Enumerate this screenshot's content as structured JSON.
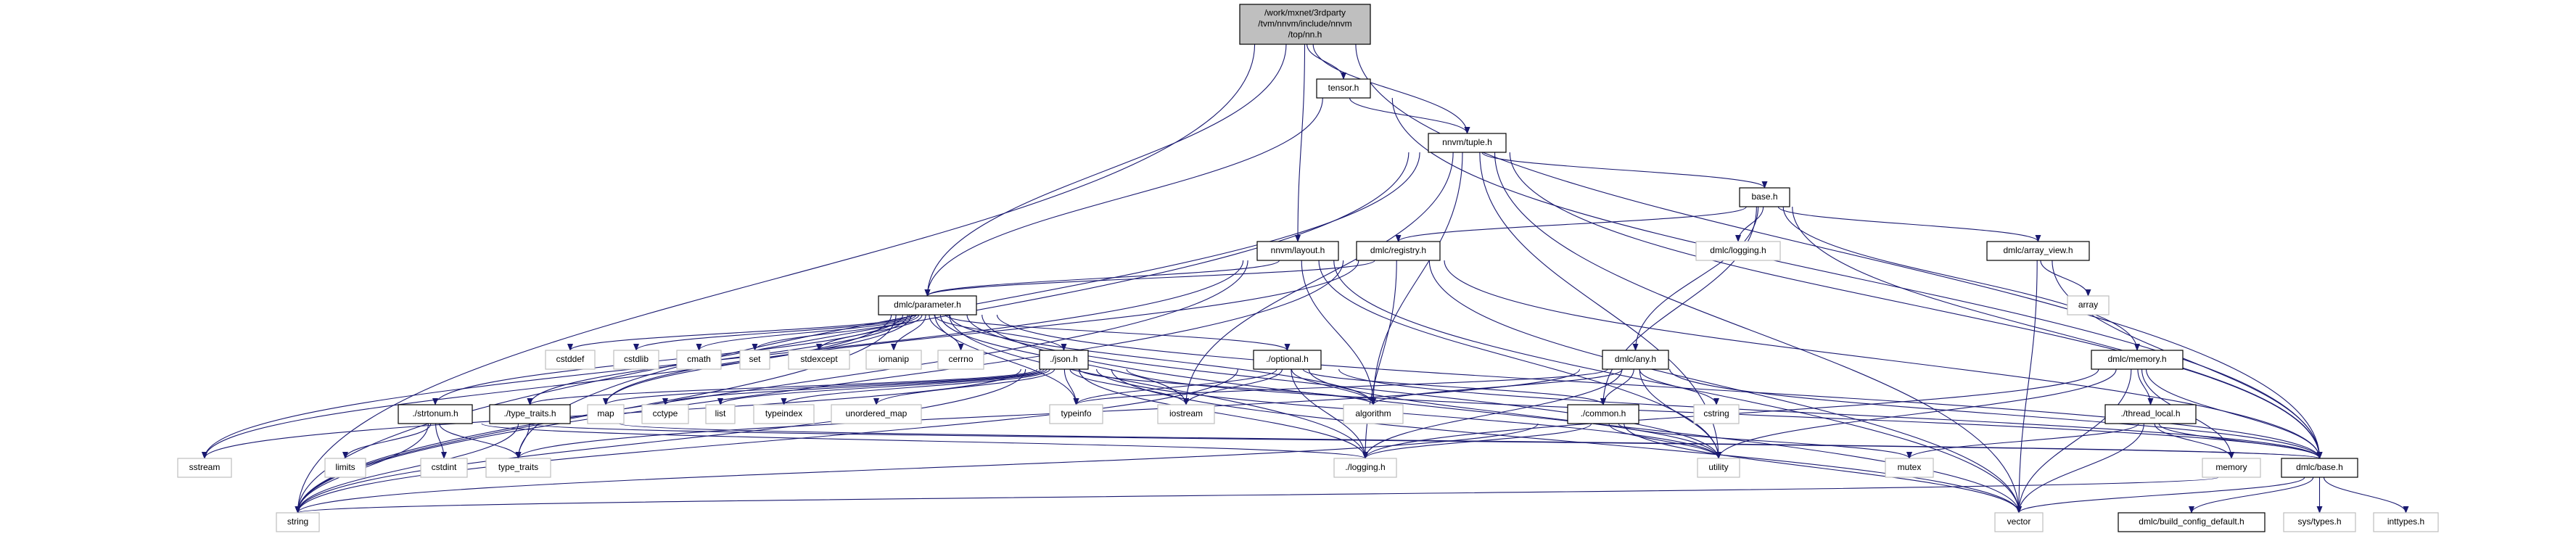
{
  "colors": {
    "edge": "#191970",
    "root_fill": "#bfbfbf",
    "doc_border": "#000000",
    "ext_border": "#bfbfbf"
  },
  "nodes": [
    {
      "id": "root",
      "label": [
        "/work/mxnet/3rdparty",
        "/tvm/nnvm/include/nnvm",
        "/top/nn.h"
      ],
      "kind": "root"
    },
    {
      "id": "tensor",
      "label": "tensor.h",
      "kind": "doc"
    },
    {
      "id": "tuple",
      "label": "nnvm/tuple.h",
      "kind": "doc"
    },
    {
      "id": "layout",
      "label": "nnvm/layout.h",
      "kind": "doc"
    },
    {
      "id": "registry",
      "label": "dmlc/registry.h",
      "kind": "doc"
    },
    {
      "id": "dlogging",
      "label": "dmlc/logging.h",
      "kind": "ext"
    },
    {
      "id": "baseh",
      "label": "base.h",
      "kind": "doc"
    },
    {
      "id": "arrayview",
      "label": "dmlc/array_view.h",
      "kind": "doc"
    },
    {
      "id": "array",
      "label": "array",
      "kind": "ext"
    },
    {
      "id": "parameter",
      "label": "dmlc/parameter.h",
      "kind": "doc"
    },
    {
      "id": "cstddef",
      "label": "cstddef",
      "kind": "ext"
    },
    {
      "id": "cstdlib",
      "label": "cstdlib",
      "kind": "ext"
    },
    {
      "id": "cmath",
      "label": "cmath",
      "kind": "ext"
    },
    {
      "id": "set",
      "label": "set",
      "kind": "ext"
    },
    {
      "id": "stdexcept",
      "label": "stdexcept",
      "kind": "ext"
    },
    {
      "id": "iomanip",
      "label": "iomanip",
      "kind": "ext"
    },
    {
      "id": "cerrno",
      "label": "cerrno",
      "kind": "ext"
    },
    {
      "id": "json",
      "label": "./json.h",
      "kind": "doc"
    },
    {
      "id": "optional",
      "label": "./optional.h",
      "kind": "doc"
    },
    {
      "id": "any",
      "label": "dmlc/any.h",
      "kind": "doc"
    },
    {
      "id": "memoryh",
      "label": "dmlc/memory.h",
      "kind": "doc"
    },
    {
      "id": "strtonum",
      "label": "./strtonum.h",
      "kind": "doc"
    },
    {
      "id": "typetraitsh",
      "label": "./type_traits.h",
      "kind": "doc"
    },
    {
      "id": "map",
      "label": "map",
      "kind": "ext"
    },
    {
      "id": "cctype",
      "label": "cctype",
      "kind": "ext"
    },
    {
      "id": "list",
      "label": "list",
      "kind": "ext"
    },
    {
      "id": "typeindex",
      "label": "typeindex",
      "kind": "ext"
    },
    {
      "id": "unordered_map",
      "label": "unordered_map",
      "kind": "ext"
    },
    {
      "id": "typeinfo",
      "label": "typeinfo",
      "kind": "ext"
    },
    {
      "id": "iostream",
      "label": "iostream",
      "kind": "ext"
    },
    {
      "id": "algorithm",
      "label": "algorithm",
      "kind": "ext"
    },
    {
      "id": "common",
      "label": "./common.h",
      "kind": "doc"
    },
    {
      "id": "cstring",
      "label": "cstring",
      "kind": "ext"
    },
    {
      "id": "threadlocal",
      "label": "./thread_local.h",
      "kind": "doc"
    },
    {
      "id": "sstream",
      "label": "sstream",
      "kind": "ext"
    },
    {
      "id": "limits",
      "label": "limits",
      "kind": "ext"
    },
    {
      "id": "cstdint",
      "label": "cstdint",
      "kind": "ext"
    },
    {
      "id": "type_traits",
      "label": "type_traits",
      "kind": "ext"
    },
    {
      "id": "logging",
      "label": "./logging.h",
      "kind": "ext"
    },
    {
      "id": "utility",
      "label": "utility",
      "kind": "ext"
    },
    {
      "id": "mutex",
      "label": "mutex",
      "kind": "ext"
    },
    {
      "id": "memory",
      "label": "memory",
      "kind": "ext"
    },
    {
      "id": "dmlcbase",
      "label": "dmlc/base.h",
      "kind": "doc"
    },
    {
      "id": "string",
      "label": "string",
      "kind": "ext"
    },
    {
      "id": "vector",
      "label": "vector",
      "kind": "ext"
    },
    {
      "id": "buildcfg",
      "label": "dmlc/build_config_default.h",
      "kind": "doc"
    },
    {
      "id": "systypes",
      "label": "sys/types.h",
      "kind": "ext"
    },
    {
      "id": "inttypes",
      "label": "inttypes.h",
      "kind": "ext"
    }
  ],
  "edges": [
    [
      "root",
      "tensor"
    ],
    [
      "root",
      "tuple"
    ],
    [
      "root",
      "layout"
    ],
    [
      "root",
      "parameter"
    ],
    [
      "root",
      "string"
    ],
    [
      "root",
      "dmlcbase"
    ],
    [
      "tensor",
      "tuple"
    ],
    [
      "tensor",
      "parameter"
    ],
    [
      "tensor",
      "dmlcbase"
    ],
    [
      "tuple",
      "baseh"
    ],
    [
      "tuple",
      "string"
    ],
    [
      "tuple",
      "type_traits"
    ],
    [
      "tuple",
      "iostream"
    ],
    [
      "tuple",
      "algorithm"
    ],
    [
      "tuple",
      "utility"
    ],
    [
      "tuple",
      "vector"
    ],
    [
      "tuple",
      "dmlcbase"
    ],
    [
      "baseh",
      "registry"
    ],
    [
      "baseh",
      "dlogging"
    ],
    [
      "baseh",
      "arrayview"
    ],
    [
      "baseh",
      "memoryh"
    ],
    [
      "baseh",
      "any"
    ],
    [
      "baseh",
      "common"
    ],
    [
      "baseh",
      "dmlcbase"
    ],
    [
      "registry",
      "parameter"
    ],
    [
      "registry",
      "map"
    ],
    [
      "registry",
      "logging"
    ],
    [
      "registry",
      "vector"
    ],
    [
      "registry",
      "string"
    ],
    [
      "registry",
      "dmlcbase"
    ],
    [
      "layout",
      "parameter"
    ],
    [
      "layout",
      "string"
    ],
    [
      "layout",
      "sstream"
    ],
    [
      "layout",
      "algorithm"
    ],
    [
      "layout",
      "utility"
    ],
    [
      "layout",
      "vector"
    ],
    [
      "arrayview",
      "array"
    ],
    [
      "arrayview",
      "vector"
    ],
    [
      "arrayview",
      "dmlcbase"
    ],
    [
      "parameter",
      "cstddef"
    ],
    [
      "parameter",
      "cstdlib"
    ],
    [
      "parameter",
      "cmath"
    ],
    [
      "parameter",
      "set"
    ],
    [
      "parameter",
      "stdexcept"
    ],
    [
      "parameter",
      "iomanip"
    ],
    [
      "parameter",
      "cerrno"
    ],
    [
      "parameter",
      "json"
    ],
    [
      "parameter",
      "optional"
    ],
    [
      "parameter",
      "strtonum"
    ],
    [
      "parameter",
      "typetraitsh"
    ],
    [
      "parameter",
      "map"
    ],
    [
      "parameter",
      "sstream"
    ],
    [
      "parameter",
      "string"
    ],
    [
      "parameter",
      "typeinfo"
    ],
    [
      "parameter",
      "iostream"
    ],
    [
      "parameter",
      "algorithm"
    ],
    [
      "parameter",
      "logging"
    ],
    [
      "parameter",
      "utility"
    ],
    [
      "parameter",
      "vector"
    ],
    [
      "parameter",
      "dmlcbase"
    ],
    [
      "json",
      "map"
    ],
    [
      "json",
      "cctype"
    ],
    [
      "json",
      "list"
    ],
    [
      "json",
      "typeindex"
    ],
    [
      "json",
      "unordered_map"
    ],
    [
      "json",
      "typeinfo"
    ],
    [
      "json",
      "iostream"
    ],
    [
      "json",
      "algorithm"
    ],
    [
      "json",
      "logging"
    ],
    [
      "json",
      "string"
    ],
    [
      "json",
      "sstream"
    ],
    [
      "json",
      "vector"
    ],
    [
      "json",
      "utility"
    ],
    [
      "json",
      "dmlcbase"
    ],
    [
      "json",
      "typetraitsh"
    ],
    [
      "optional",
      "iostream"
    ],
    [
      "optional",
      "algorithm"
    ],
    [
      "optional",
      "logging"
    ],
    [
      "optional",
      "string"
    ],
    [
      "optional",
      "utility"
    ],
    [
      "optional",
      "common"
    ],
    [
      "optional",
      "dmlcbase"
    ],
    [
      "optional",
      "typeinfo"
    ],
    [
      "any",
      "typeinfo"
    ],
    [
      "any",
      "algorithm"
    ],
    [
      "any",
      "logging"
    ],
    [
      "any",
      "cstring"
    ],
    [
      "any",
      "utility"
    ],
    [
      "any",
      "type_traits"
    ],
    [
      "any",
      "common"
    ],
    [
      "any",
      "dmlcbase"
    ],
    [
      "common",
      "logging"
    ],
    [
      "common",
      "utility"
    ],
    [
      "common",
      "mutex"
    ],
    [
      "common",
      "vector"
    ],
    [
      "common",
      "string"
    ],
    [
      "memoryh",
      "threadlocal"
    ],
    [
      "memoryh",
      "memory"
    ],
    [
      "memoryh",
      "vector"
    ],
    [
      "memoryh",
      "utility"
    ],
    [
      "memoryh",
      "dmlcbase"
    ],
    [
      "memoryh",
      "logging"
    ],
    [
      "threadlocal",
      "mutex"
    ],
    [
      "threadlocal",
      "memory"
    ],
    [
      "threadlocal",
      "dmlcbase"
    ],
    [
      "threadlocal",
      "vector"
    ],
    [
      "strtonum",
      "limits"
    ],
    [
      "strtonum",
      "cstdint"
    ],
    [
      "strtonum",
      "type_traits"
    ],
    [
      "strtonum",
      "string"
    ],
    [
      "strtonum",
      "logging"
    ],
    [
      "strtonum",
      "dmlcbase"
    ],
    [
      "typetraitsh",
      "type_traits"
    ],
    [
      "typetraitsh",
      "string"
    ],
    [
      "typetraitsh",
      "dmlcbase"
    ],
    [
      "dmlcbase",
      "buildcfg"
    ],
    [
      "dmlcbase",
      "systypes"
    ],
    [
      "dmlcbase",
      "inttypes"
    ],
    [
      "dmlcbase",
      "vector"
    ],
    [
      "dmlcbase",
      "string"
    ]
  ]
}
